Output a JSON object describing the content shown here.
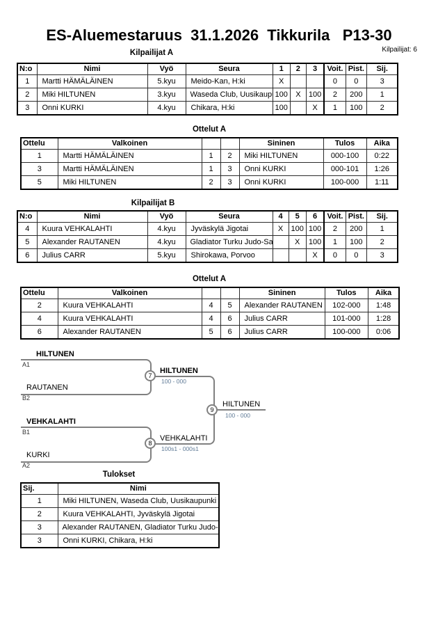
{
  "page": {
    "title": "ES-Aluemestaruus  31.1.2026  Tikkurila   P13-30",
    "competitors_count": "Kilpailijat: 6"
  },
  "sections": {
    "pool_a_title": "Kilpailijat A",
    "matches_a_title": "Ottelut A",
    "pool_b_title": "Kilpailijat B",
    "matches_b_title": "Ottelut A",
    "results_title": "Tulokset"
  },
  "pool_headers": {
    "no": "N:o",
    "name": "Nimi",
    "belt": "Vyö",
    "club": "Seura",
    "wins": "Voit.",
    "points": "Pist.",
    "place": "Sij."
  },
  "pool_a": {
    "result_cols": [
      "1",
      "2",
      "3"
    ],
    "rows": [
      {
        "no": "1",
        "name": "Martti HÄMÄLÄINEN",
        "belt": "5.kyu",
        "club": "Meido-Kan, H:ki",
        "r1": "X",
        "r2": "",
        "r3": "",
        "wins": "0",
        "points": "0",
        "place": "3"
      },
      {
        "no": "2",
        "name": "Miki HILTUNEN",
        "belt": "3.kyu",
        "club": "Waseda Club, Uusikaupunki",
        "r1": "100",
        "r2": "X",
        "r3": "100",
        "wins": "2",
        "points": "200",
        "place": "1"
      },
      {
        "no": "3",
        "name": "Onni KURKI",
        "belt": "4.kyu",
        "club": "Chikara, H:ki",
        "r1": "100",
        "r2": "",
        "r3": "X",
        "wins": "1",
        "points": "100",
        "place": "2"
      }
    ]
  },
  "matches_headers": {
    "match": "Ottelu",
    "white": "Valkoinen",
    "blue": "Sininen",
    "result": "Tulos",
    "time": "Aika"
  },
  "matches_a": {
    "rows": [
      {
        "match": "1",
        "white": "Martti HÄMÄLÄINEN",
        "wno": "1",
        "bno": "2",
        "blue": "Miki HILTUNEN",
        "result": "000-100",
        "time": "0:22"
      },
      {
        "match": "3",
        "white": "Martti HÄMÄLÄINEN",
        "wno": "1",
        "bno": "3",
        "blue": "Onni KURKI",
        "result": "000-101",
        "time": "1:26"
      },
      {
        "match": "5",
        "white": "Miki HILTUNEN",
        "wno": "2",
        "bno": "3",
        "blue": "Onni KURKI",
        "result": "100-000",
        "time": "1:11"
      }
    ]
  },
  "pool_b": {
    "result_cols": [
      "4",
      "5",
      "6"
    ],
    "rows": [
      {
        "no": "4",
        "name": "Kuura VEHKALAHTI",
        "belt": "4.kyu",
        "club": "Jyväskylä Jigotai",
        "r1": "X",
        "r2": "100",
        "r3": "100",
        "wins": "2",
        "points": "200",
        "place": "1"
      },
      {
        "no": "5",
        "name": "Alexander RAUTANEN",
        "belt": "4.kyu",
        "club": "Gladiator Turku Judo-Samboseur",
        "r1": "",
        "r2": "X",
        "r3": "100",
        "wins": "1",
        "points": "100",
        "place": "2"
      },
      {
        "no": "6",
        "name": "Julius CARR",
        "belt": "5.kyu",
        "club": "Shirokawa, Porvoo",
        "r1": "",
        "r2": "",
        "r3": "X",
        "wins": "0",
        "points": "0",
        "place": "3"
      }
    ]
  },
  "matches_b": {
    "rows": [
      {
        "match": "2",
        "white": "Kuura VEHKALAHTI",
        "wno": "4",
        "bno": "5",
        "blue": "Alexander RAUTANEN",
        "result": "102-000",
        "time": "1:48"
      },
      {
        "match": "4",
        "white": "Kuura VEHKALAHTI",
        "wno": "4",
        "bno": "6",
        "blue": "Julius CARR",
        "result": "101-000",
        "time": "1:28"
      },
      {
        "match": "6",
        "white": "Alexander RAUTANEN",
        "wno": "5",
        "bno": "6",
        "blue": "Julius CARR",
        "result": "100-000",
        "time": "0:06"
      }
    ]
  },
  "bracket": {
    "entries": [
      {
        "name": "HILTUNEN",
        "seed": "A1"
      },
      {
        "name": "RAUTANEN",
        "seed": "B2"
      },
      {
        "name": "VEHKALAHTI",
        "seed": "B1"
      },
      {
        "name": "KURKI",
        "seed": "A2"
      }
    ],
    "nodes": [
      {
        "number": "7",
        "winner": "HILTUNEN",
        "score": "100 - 000"
      },
      {
        "number": "8",
        "winner": "VEHKALAHTI",
        "score": "100s1 - 000s1"
      },
      {
        "number": "9",
        "winner": "HILTUNEN",
        "score": "100 - 000"
      }
    ]
  },
  "results": {
    "headers": {
      "place": "Sij.",
      "name": "Nimi"
    },
    "rows": [
      {
        "place": "1",
        "name": "Miki HILTUNEN, Waseda Club, Uusikaupunki"
      },
      {
        "place": "2",
        "name": "Kuura VEHKALAHTI, Jyväskylä Jigotai"
      },
      {
        "place": "3",
        "name": "Alexander RAUTANEN, Gladiator Turku Judo-Samboseur"
      },
      {
        "place": "3",
        "name": "Onni KURKI, Chikara, H:ki"
      }
    ]
  },
  "colors": {
    "bracket_line": "#808080",
    "score_text": "#5f7a96",
    "table_border": "#000000"
  }
}
